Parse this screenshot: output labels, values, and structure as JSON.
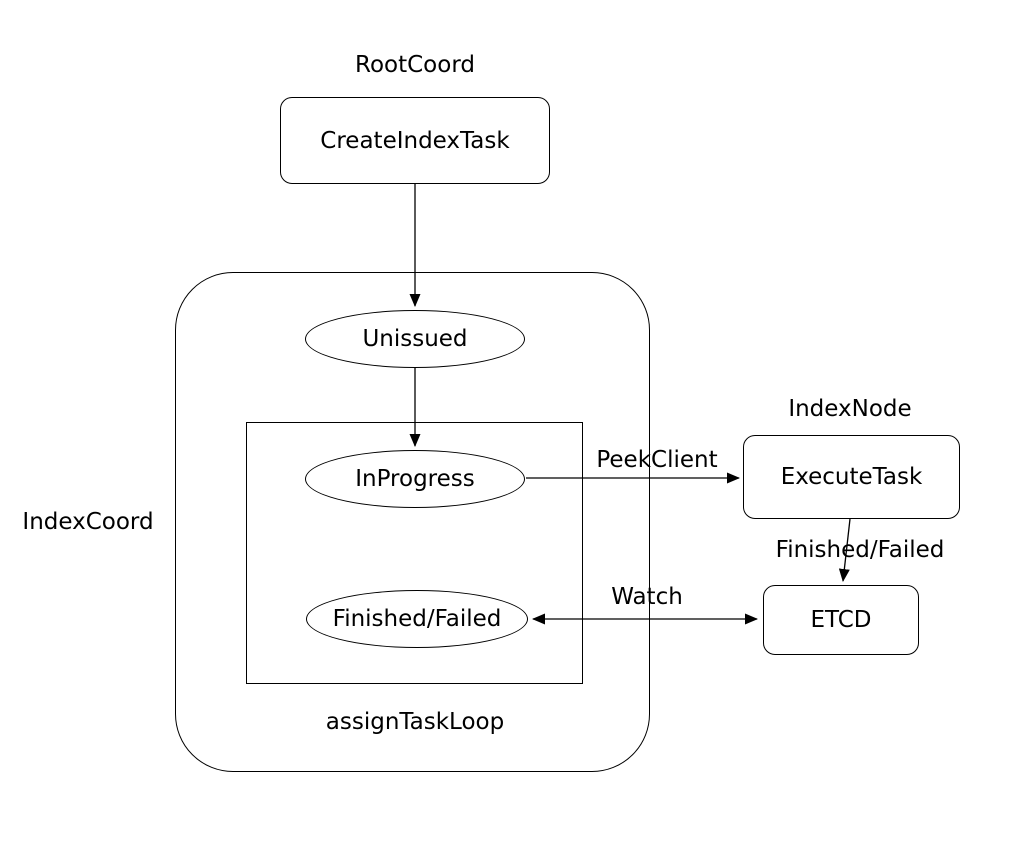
{
  "labels": {
    "root_coord": "RootCoord",
    "index_coord": "IndexCoord",
    "index_node": "IndexNode",
    "assign_task_loop": "assignTaskLoop"
  },
  "edge_labels": {
    "peek_client": "PeekClient",
    "finished_failed": "Finished/Failed",
    "watch": "Watch"
  },
  "nodes": {
    "create_index_task": "CreateIndexTask",
    "unissued": "Unissued",
    "in_progress": "InProgress",
    "finished_failed": "Finished/Failed",
    "execute_task": "ExecuteTask",
    "etcd": "ETCD"
  },
  "colors": {
    "stroke": "#000000",
    "background": "#ffffff"
  }
}
